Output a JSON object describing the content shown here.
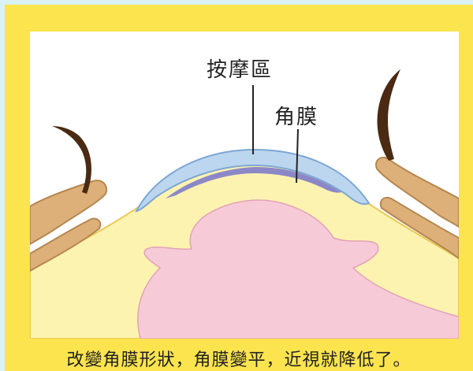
{
  "labels": {
    "massage_zone": "按摩區",
    "cornea": "角膜"
  },
  "caption": "改變角膜形狀，角膜變平，近視就降低了。",
  "colors": {
    "outer_background": "#d9f2f4",
    "frame_yellow": "#fbe44e",
    "lens_blue": "#bcd6ef",
    "massage_zone_purple": "#8c88c7",
    "cornea_cream": "#fdf3b0",
    "inner_pink": "#f7cad8",
    "eyelid_tan": "#ddb07a",
    "eyelash_brown": "#4a2a12"
  }
}
